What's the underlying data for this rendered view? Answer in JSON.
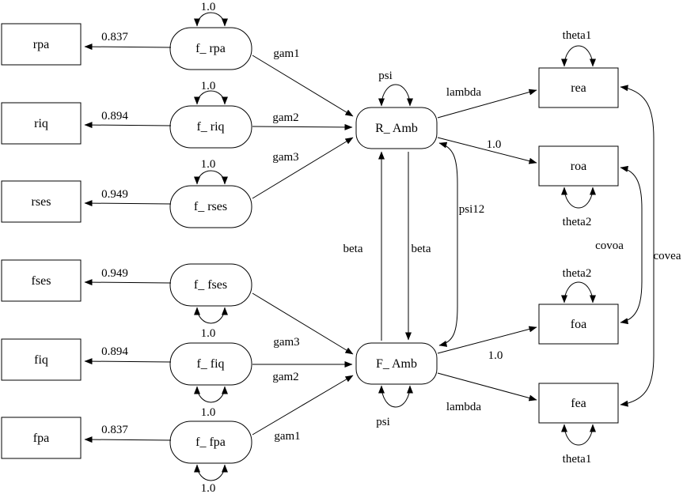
{
  "diagram_type": "SEM path diagram",
  "nodes": {
    "rpa": "rpa",
    "riq": "riq",
    "rses": "rses",
    "fses": "fses",
    "fiq": "fiq",
    "fpa": "fpa",
    "f_rpa": "f_ rpa",
    "f_riq": "f_ riq",
    "f_rses": "f_ rses",
    "f_fses": "f_ fses",
    "f_fiq": "f_ fiq",
    "f_fpa": "f_ fpa",
    "r_amb": "R_ Amb",
    "f_amb": "F_ Amb",
    "rea": "rea",
    "roa": "roa",
    "foa": "foa",
    "fea": "fea"
  },
  "edge_labels": {
    "loading_rpa": "0.837",
    "loading_riq": "0.894",
    "loading_rses": "0.949",
    "loading_fses": "0.949",
    "loading_fiq": "0.894",
    "loading_fpa": "0.837",
    "var_f_rpa": "1.0",
    "var_f_riq": "1.0",
    "var_f_rses": "1.0",
    "var_f_fses": "1.0",
    "var_f_fiq": "1.0",
    "var_f_fpa": "1.0",
    "gam1_r": "gam1",
    "gam2_r": "gam2",
    "gam3_r": "gam3",
    "gam3_f": "gam3",
    "gam2_f": "gam2",
    "gam1_f": "gam1",
    "psi_r": "psi",
    "psi_f": "psi",
    "lambda_r": "lambda",
    "one_r": "1.0",
    "one_f": "1.0",
    "lambda_f": "lambda",
    "beta_up": "beta",
    "beta_down": "beta",
    "psi12": "psi12",
    "theta1_rea": "theta1",
    "theta2_roa": "theta2",
    "theta2_foa": "theta2",
    "theta1_fea": "theta1",
    "covoa": "covoa",
    "covea": "covea"
  },
  "colors": {
    "stroke": "#000000",
    "background": "#ffffff"
  }
}
